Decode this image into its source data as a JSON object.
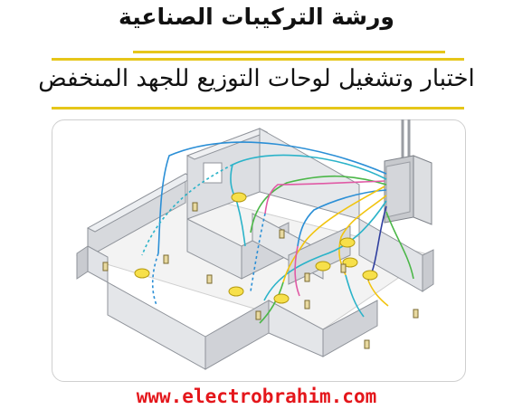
{
  "header": {
    "title": "ورشة التركيبات الصناعية",
    "subtitle": "اختبار وتشغيل لوحات التوزيع للجهد المنخفض"
  },
  "footer": {
    "url": "www.electrobrahim.com"
  },
  "colors": {
    "accent_rule": "#e6c619",
    "url_red": "#e4161b",
    "wire_blue": "#2b8fd6",
    "wire_cyan": "#2bb3c9",
    "wire_green": "#4bb748",
    "wire_yellow": "#f1c40f",
    "wire_pink": "#e05aa5",
    "wire_navy": "#2f3f9f",
    "lamp_yellow": "#f7e04a"
  },
  "diagram": {
    "icons": [
      "distribution-panel-icon",
      "ceiling-lamp-icon",
      "wall-switch-icon",
      "wall-outlet-icon"
    ]
  }
}
